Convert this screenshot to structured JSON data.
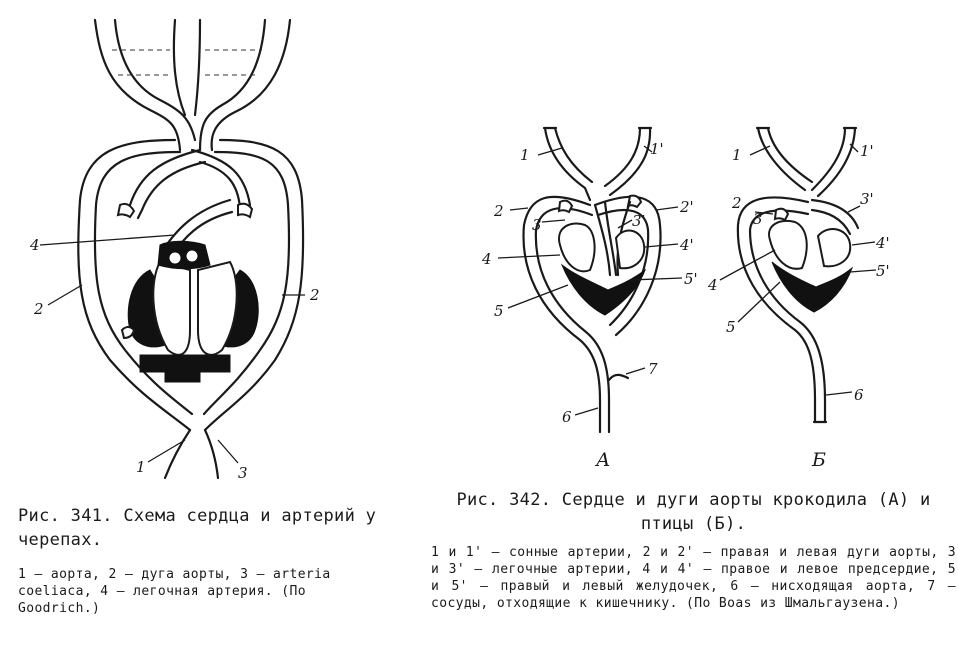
{
  "figure341": {
    "labels": {
      "l1": "1",
      "l2_left": "2",
      "l2_right": "2",
      "l3": "3",
      "l4": "4"
    },
    "caption_title": "Рис. 341. Схема сердца и артерий у черепах.",
    "caption_legend": "1 — аорта, 2 — дуга аорты, 3 — arteria coeliaca, 4 — легочная артерия. (По Goodrich.)"
  },
  "figure342": {
    "panel_a": {
      "panel_label": "А",
      "labels": {
        "l1": "1",
        "l1p": "1'",
        "l2": "2",
        "l2p": "2'",
        "l3": "3",
        "l3p": "3'",
        "l4": "4",
        "l4p": "4'",
        "l5": "5",
        "l5p": "5'",
        "l6": "6",
        "l7": "7"
      }
    },
    "panel_b": {
      "panel_label": "Б",
      "labels": {
        "l1": "1",
        "l1p": "1'",
        "l2": "2",
        "l3": "3",
        "l3p": "3'",
        "l4": "4",
        "l4p": "4'",
        "l5": "5",
        "l5p": "5'",
        "l6": "6"
      }
    },
    "caption_title": "Рис. 342. Сердце и дуги аорты крокодила (А) и птицы (Б).",
    "caption_legend": "1 и 1' — сонные артерии, 2 и 2' — правая и левая дуги аорты, 3 и 3' — легочные артерии, 4 и 4' — правое и левое предсердие, 5 и 5' — правый и левый желудочек, 6 — нисходящая аорта, 7 — сосуды, отходящие к кишечнику. (По Boas из Шмальгаузена.)"
  }
}
